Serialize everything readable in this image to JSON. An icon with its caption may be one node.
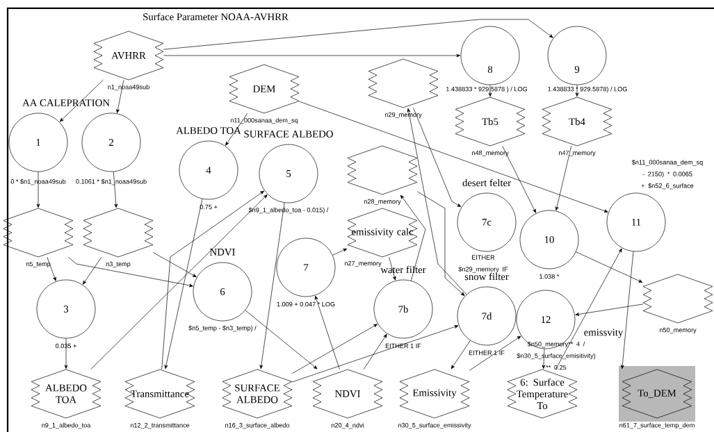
{
  "diagram": {
    "title": "Surface Parameter NOAA-AVHRR",
    "nodes": [
      {
        "text": [
          "AVHRR"
        ],
        "beside": [
          "n1_noaa49sub"
        ]
      },
      {
        "text": [
          "DEM"
        ],
        "beside": [
          "n11_000sanaa_dem_sq"
        ]
      },
      {
        "text": [
          "AA CALEPRATION",
          "1"
        ],
        "beside": [
          "0 * $n1_noaa49sub"
        ]
      },
      {
        "text": [
          "2"
        ],
        "beside": [
          "0.1061 * $n1_noaa49sub"
        ]
      },
      {
        "text": [],
        "shape": "hexagon",
        "beside": [
          "n5_temp"
        ]
      },
      {
        "text": [],
        "shape": "hexagon",
        "beside": [
          "n3_temp"
        ]
      },
      {
        "text": [
          "3"
        ],
        "beside": [
          "0.035 +"
        ]
      },
      {
        "text": [
          "ALBEDO TOA",
          "4"
        ],
        "beside": [
          "0.75 +"
        ]
      },
      {
        "text": [
          "SURFACE ALBEDO",
          "5"
        ],
        "beside": [
          "$n9_1_albedo_toa - 0.015) /"
        ]
      },
      {
        "text": [
          "NDVI",
          "6"
        ],
        "beside": [
          "$n5_temp - $n3_temp) /"
        ]
      },
      {
        "text": [
          "7"
        ],
        "beside": [
          "1.009 + 0.047 * LOG"
        ]
      },
      {
        "text": [],
        "shape": "hexagon",
        "beside": [
          "n29_memory"
        ]
      },
      {
        "text": [],
        "shape": "hexagon",
        "beside": [
          "n28_memory"
        ]
      },
      {
        "text": [
          "emissivity calc"
        ],
        "beside": [
          "n27_memory"
        ]
      },
      {
        "text": [
          "desert felter",
          "7c"
        ],
        "beside": [
          "EITHER $n29_memory IF"
        ]
      },
      {
        "text": [
          "water filter",
          "7b"
        ],
        "beside": [
          "EITHER 1 IF"
        ]
      },
      {
        "text": [
          "snow filter",
          "7d"
        ],
        "beside": [
          "EITHER 1 IF"
        ]
      },
      {
        "text": [
          "8"
        ],
        "beside": [
          "1.438833 * 929.5878 ) / LOG"
        ]
      },
      {
        "text": [
          "9"
        ],
        "beside": [
          "1.438833 * 929.5878) / LOG"
        ]
      },
      {
        "text": [
          "Tb5"
        ],
        "beside": [
          "n48_memory"
        ]
      },
      {
        "text": [
          "Tb4"
        ],
        "beside": [
          "n47_memory"
        ]
      },
      {
        "text": [
          "10"
        ],
        "beside": [
          "1.038 *"
        ]
      },
      {
        "text": [
          "11"
        ],
        "beside": [
          "$n11_000sanaa_dem_sq - 2150) * 0.0065 + $n52_6_surface"
        ]
      },
      {
        "text": [],
        "shape": "hexagon",
        "beside": [
          "n50_memory"
        ]
      },
      {
        "text": [
          "12"
        ],
        "beside": [
          "$n50_memory** 4 / $n30_5_surface_emisitivity) ** 0.25"
        ]
      },
      {
        "text": [
          "ALBEDO TOA"
        ],
        "beside": [
          "n9_1_albedo_toa"
        ]
      },
      {
        "text": [
          "Transmittance"
        ],
        "beside": [
          "n12_2_transmittance"
        ]
      },
      {
        "text": [
          "SURFACE ALBEDO"
        ],
        "beside": [
          "n16_3_surface_albedo"
        ]
      },
      {
        "text": [
          "NDVI"
        ],
        "beside": [
          "n20_4_ndvi"
        ]
      },
      {
        "text": [
          "Emissivity"
        ],
        "beside": [
          "n30_5_surface_emissivity"
        ]
      },
      {
        "text": [
          "6: Surface Temperature To"
        ]
      },
      {
        "text": [
          "To_DEM"
        ],
        "beside": [
          "n61_7_surface_temp_dem"
        ]
      }
    ],
    "edges": [
      {
        "from": 0,
        "to": 2,
        "arrow": "to"
      },
      {
        "from": 0,
        "to": 3,
        "arrow": "to"
      },
      {
        "from": 0,
        "to": 17,
        "arrow": "to"
      },
      {
        "from": 0,
        "to": 18,
        "arrow": "to"
      },
      {
        "from": 1,
        "to": 7,
        "arrow": "to"
      },
      {
        "from": 1,
        "to": 22,
        "arrow": "to"
      },
      {
        "from": 2,
        "to": 4,
        "arrow": "to"
      },
      {
        "from": 3,
        "to": 5,
        "arrow": "to"
      },
      {
        "from": 4,
        "to": 6,
        "arrow": "to"
      },
      {
        "from": 5,
        "to": 6,
        "arrow": "to"
      },
      {
        "from": 4,
        "to": 9,
        "arrow": "to"
      },
      {
        "from": 5,
        "to": 9,
        "arrow": "to"
      },
      {
        "from": 6,
        "to": 25,
        "arrow": "to"
      },
      {
        "from": 7,
        "to": 26,
        "arrow": "to"
      },
      {
        "from": 25,
        "to": 8,
        "arrow": "to"
      },
      {
        "from": 26,
        "to": 8,
        "arrow": "to"
      },
      {
        "from": 8,
        "to": 27,
        "arrow": "to"
      },
      {
        "from": 9,
        "to": 28,
        "arrow": "to"
      },
      {
        "from": 28,
        "to": 10,
        "arrow": "to"
      },
      {
        "from": 10,
        "to": 13,
        "arrow": "to"
      },
      {
        "from": 13,
        "to": 15,
        "arrow": "to"
      },
      {
        "from": 15,
        "to": 12,
        "arrow": "to"
      },
      {
        "from": 11,
        "to": 14,
        "arrow": "to"
      },
      {
        "from": 12,
        "to": 16,
        "arrow": "to"
      },
      {
        "from": 16,
        "to": 11,
        "arrow": "to"
      },
      {
        "from": 27,
        "to": 15,
        "arrow": "to"
      },
      {
        "from": 27,
        "to": 16,
        "arrow": "to"
      },
      {
        "from": 28,
        "to": 15,
        "arrow": "to"
      },
      {
        "from": 16,
        "to": 29,
        "arrow": "to"
      },
      {
        "from": 29,
        "to": 24,
        "arrow": "to"
      },
      {
        "from": 24,
        "to": 30,
        "arrow": "to"
      },
      {
        "from": 30,
        "to": 22,
        "arrow": "to"
      },
      {
        "from": 22,
        "to": 31,
        "arrow": "to"
      },
      {
        "from": 21,
        "to": 23,
        "arrow": "to"
      },
      {
        "from": 23,
        "to": 24,
        "arrow": "to"
      },
      {
        "from": 17,
        "to": 19,
        "arrow": "to"
      },
      {
        "from": 18,
        "to": 20,
        "arrow": "to"
      },
      {
        "from": 19,
        "to": 21,
        "arrow": "to"
      },
      {
        "from": 20,
        "to": 21,
        "arrow": "to"
      }
    ],
    "labels": [
      "emissvity"
    ]
  }
}
